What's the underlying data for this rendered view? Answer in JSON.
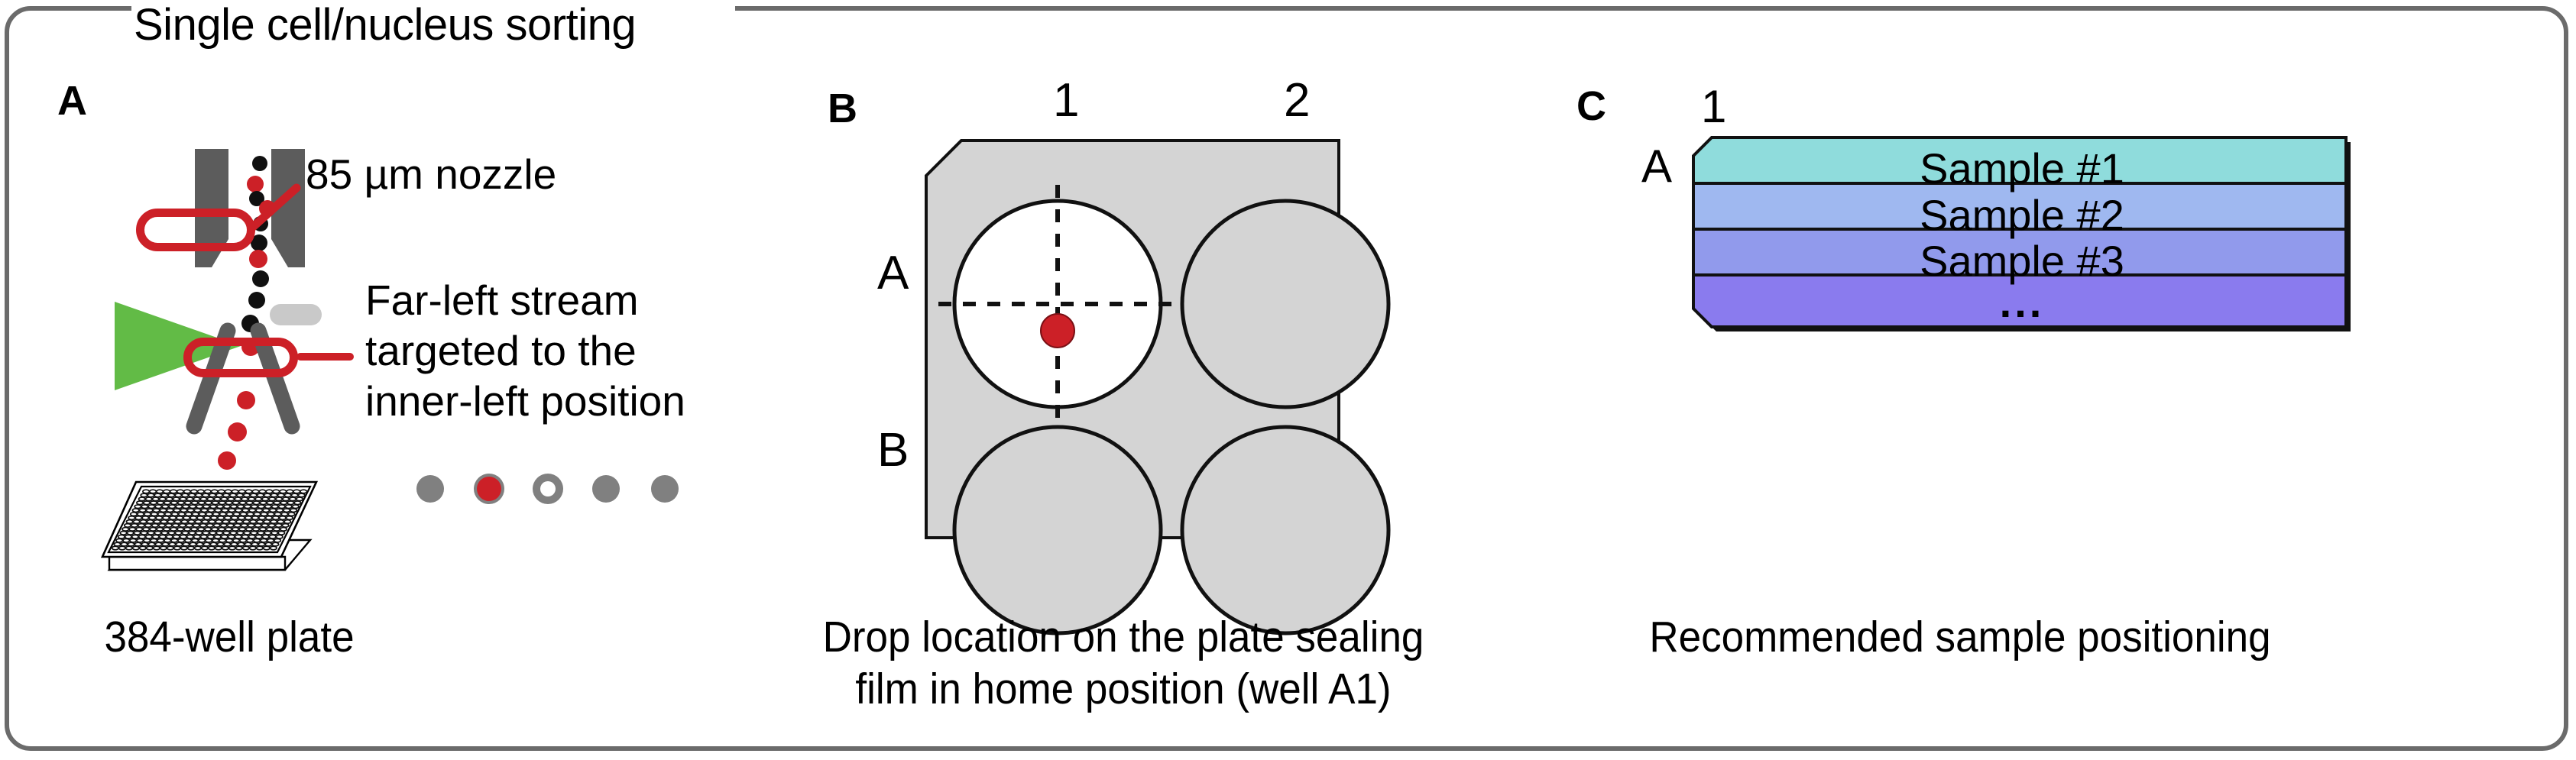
{
  "figure": {
    "legend_title": "Single cell/nucleus sorting",
    "frame_color": "#6b6b6b"
  },
  "panels": {
    "a": {
      "letter": "A",
      "nozzle_label": "85 µm nozzle",
      "stream_label": "Far-left stream\ntargeted to the\ninner-left position",
      "caption": "384-well plate",
      "stream_positions": [
        {
          "name": "stream-position-1",
          "style": "filled-gray"
        },
        {
          "name": "stream-position-2",
          "style": "filled-red"
        },
        {
          "name": "stream-position-3",
          "style": "hollow"
        },
        {
          "name": "stream-position-4",
          "style": "filled-gray"
        },
        {
          "name": "stream-position-5",
          "style": "filled-gray"
        }
      ],
      "colors": {
        "nozzle": "#5c5c5c",
        "callout": "#cc2027",
        "droplet_red": "#cc2027",
        "droplet_black": "#101010",
        "laser": "#62bb46",
        "beam_block": "#c9c9c9",
        "stream_gray": "#808080"
      },
      "plate_wells": "384"
    },
    "b": {
      "letter": "B",
      "column_labels": [
        "1",
        "2"
      ],
      "row_labels": [
        "A",
        "B"
      ],
      "caption": "Drop location on the plate sealing\nfilm in home position (well A1)",
      "target_well": "A1",
      "colors": {
        "plate_fill": "#d4d4d4",
        "well_a1_fill": "#ffffff",
        "well_fill": "#d4d4d4",
        "outline": "#000000",
        "drop": "#cc2027"
      }
    },
    "c": {
      "letter": "C",
      "column_label": "1",
      "row_label": "A",
      "caption": "Recommended sample positioning",
      "rows": [
        {
          "label": "Sample #1",
          "color": "#8fdcdc"
        },
        {
          "label": "Sample #2",
          "color": "#9fb8f0"
        },
        {
          "label": "Sample #3",
          "color": "#919aec"
        },
        {
          "label": "...",
          "color": "#8a7bee"
        }
      ]
    }
  }
}
